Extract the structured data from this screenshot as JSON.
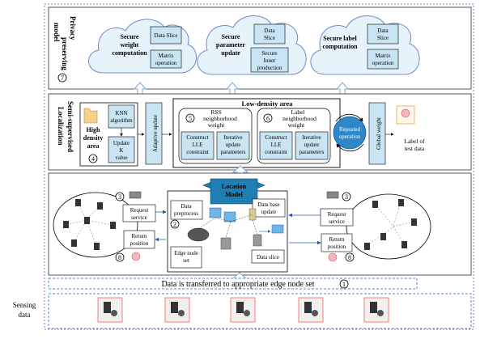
{
  "privacy": {
    "side_label_1": "Privacy",
    "side_label_2": "preserving",
    "side_label_3": "model",
    "step": "7",
    "cloud1": {
      "title_1": "Secure",
      "title_2": "weight",
      "title_3": "computation",
      "box1": "Data Slice",
      "box2_1": "Matrix",
      "box2_2": "operation"
    },
    "cloud2": {
      "title_1": "Secure",
      "title_2": "parameter",
      "title_3": "update",
      "box1_1": "Data",
      "box1_2": "Slice",
      "box2_1": "Secure",
      "box2_2": "Inner",
      "box2_3": "production"
    },
    "cloud3": {
      "title_1": "Secure label",
      "title_2": "computation",
      "box1_1": "Data",
      "box1_2": "Slice",
      "box2_1": "Matrix",
      "box2_2": "operation"
    }
  },
  "ssl": {
    "side_label_1": "Semi-supervised",
    "side_label_2": "Localization",
    "high_density_1": "High",
    "high_density_2": "density",
    "high_density_3": "area",
    "knn_1": "KNN",
    "knn_2": "algorithm",
    "update_k_1": "Update",
    "update_k_2": "K",
    "update_k_3": "value",
    "step4": "4",
    "adaptive_update": "Adaptive update",
    "low_density_title": "Low-density area",
    "rss": {
      "step": "5",
      "title_1": "RSS",
      "title_2": "neighborhood",
      "title_3": "weight",
      "b1_1": "Construct",
      "b1_2": "LLE",
      "b1_3": "constraint",
      "b2_1": "Iterative",
      "b2_2": "update",
      "b2_3": "parameters"
    },
    "label": {
      "step": "6",
      "title_1": "Label",
      "title_2": "neighborhood",
      "title_3": "weight",
      "b1_1": "Construct",
      "b1_2": "LLE",
      "b1_3": "constraint",
      "b2_1": "Iterative",
      "b2_2": "update",
      "b2_3": "parameters"
    },
    "repeated_1": "Repeated",
    "repeated_2": "operation",
    "global_weight": "Global weight",
    "label_test_1": "Label of",
    "label_test_2": "test data"
  },
  "edge": {
    "location_model_1": "Location",
    "location_model_2": "Model",
    "data_preprocess_1": "Data",
    "data_preprocess_2": "preprocess",
    "database_update_1": "Data base",
    "database_update_2": "update",
    "edge_node_set_1": "Edge node",
    "edge_node_set_2": "set",
    "data_slice": "Data slice",
    "step2": "2",
    "left": {
      "step3": "3",
      "request_1": "Request",
      "request_2": "service",
      "return_1": "Return",
      "return_2": "position",
      "step8": "8"
    },
    "right": {
      "step3": "3",
      "request_1": "Request",
      "request_2": "service",
      "return_1": "Return",
      "return_2": "position",
      "step8": "8"
    }
  },
  "transfer": {
    "text": "Data is transferred to appropriate edge node set",
    "step": "1"
  },
  "sensing": {
    "label_1": "Sensing",
    "label_2": "data"
  },
  "colors": {
    "box_fill": "#c9e4f3",
    "cloud_fill": "#e6f3fb",
    "arrow": "#7fa6d2",
    "border_blue": "#6b8cc7",
    "border_purple": "#9d6cc2",
    "dash_blue": "#4f8ad1",
    "location_model": "#1f7fb5",
    "repeated": "#2e88c7"
  }
}
